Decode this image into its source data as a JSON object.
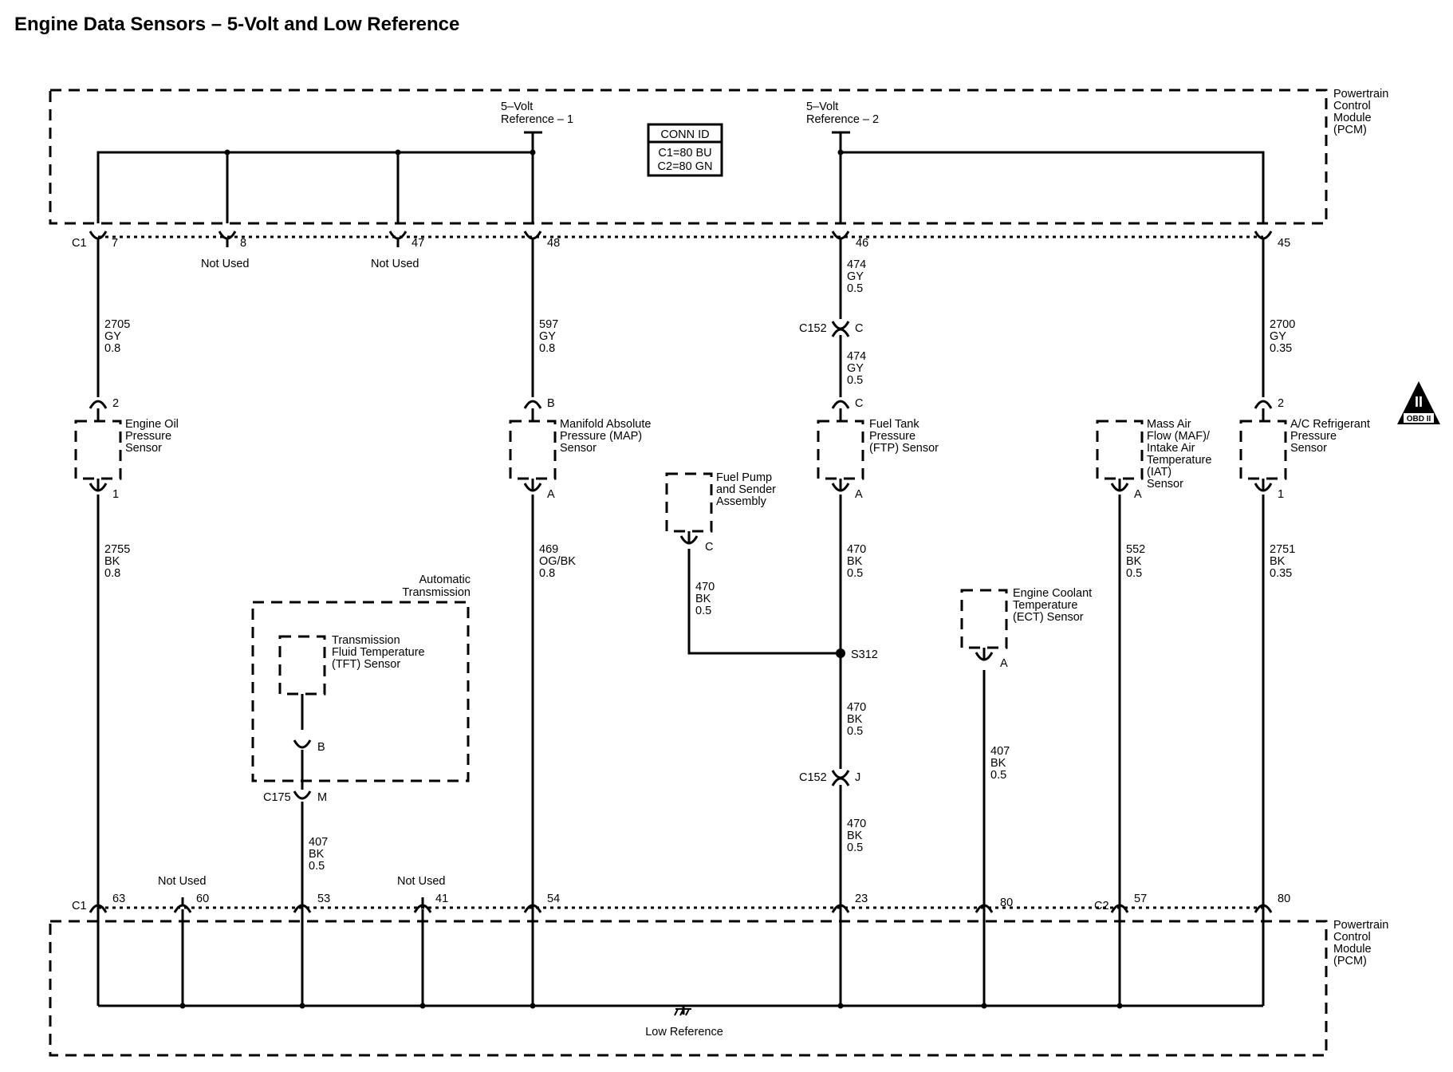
{
  "title": "Engine Data Sensors – 5-Volt and Low Reference",
  "pcm_label": [
    "Powertrain",
    "Control",
    "Module",
    "(PCM)"
  ],
  "conn_id": {
    "heading": "CONN ID",
    "lines": [
      "C1=80 BU",
      "C2=80 GN"
    ]
  },
  "references": {
    "ref1": [
      "5–Volt",
      "Reference – 1"
    ],
    "ref2": [
      "5–Volt",
      "Reference – 2"
    ],
    "low": "Low Reference"
  },
  "obd_badge": {
    "numeral": "II",
    "text": "OBD II"
  },
  "top_pins": {
    "c1_label": "C1",
    "pins": [
      "7",
      "8",
      "47",
      "48",
      "46",
      "45"
    ],
    "not_used": "Not Used"
  },
  "bottom_pins": {
    "c1_label": "C1",
    "c2_label": "C2",
    "pins": [
      "63",
      "60",
      "53",
      "41",
      "54",
      "23",
      "80",
      "57",
      "80"
    ],
    "not_used": "Not Used"
  },
  "wires": {
    "oil_top": [
      "2705",
      "GY",
      "0.8"
    ],
    "oil_bot": [
      "2755",
      "BK",
      "0.8"
    ],
    "map_top": [
      "597",
      "GY",
      "0.8"
    ],
    "map_bot": [
      "469",
      "OG/BK",
      "0.8"
    ],
    "ftp_top1": [
      "474",
      "GY",
      "0.5"
    ],
    "ftp_top2": [
      "474",
      "GY",
      "0.5"
    ],
    "ftp_bot1": [
      "470",
      "BK",
      "0.5"
    ],
    "ftp_bot2": [
      "470",
      "BK",
      "0.5"
    ],
    "ftp_bot3": [
      "470",
      "BK",
      "0.5"
    ],
    "pump": [
      "470",
      "BK",
      "0.5"
    ],
    "tft": [
      "407",
      "BK",
      "0.5"
    ],
    "ect": [
      "407",
      "BK",
      "0.5"
    ],
    "maf": [
      "552",
      "BK",
      "0.5"
    ],
    "ac_top": [
      "2700",
      "GY",
      "0.35"
    ],
    "ac_bot": [
      "2751",
      "BK",
      "0.35"
    ]
  },
  "connectors": {
    "c152": "C152",
    "c152_c": "C",
    "c152_j": "J",
    "c175": "C175",
    "c175_m": "M",
    "splice": "S312"
  },
  "sensors": {
    "oil": {
      "label": [
        "Engine Oil",
        "Pressure",
        "Sensor"
      ],
      "pin_top": "2",
      "pin_bot": "1"
    },
    "map": {
      "label": [
        "Manifold Absolute",
        "Pressure (MAP)",
        "Sensor"
      ],
      "pin_top": "B",
      "pin_bot": "A"
    },
    "pump": {
      "label": [
        "Fuel Pump",
        "and Sender",
        "Assembly"
      ],
      "pin": "C"
    },
    "ftp": {
      "label": [
        "Fuel Tank",
        "Pressure",
        "(FTP) Sensor"
      ],
      "pin_top": "C",
      "pin_bot": "A"
    },
    "maf": {
      "label": [
        "Mass Air",
        "Flow (MAF)/",
        "Intake Air",
        "Temperature",
        "(IAT)",
        "Sensor"
      ],
      "pin": "A"
    },
    "ac": {
      "label": [
        "A/C Refrigerant",
        "Pressure",
        "Sensor"
      ],
      "pin_top": "2",
      "pin_bot": "1"
    },
    "ect": {
      "label": [
        "Engine Coolant",
        "Temperature",
        "(ECT) Sensor"
      ],
      "pin": "A"
    },
    "tft": {
      "label": [
        "Transmission",
        "Fluid Temperature",
        "(TFT) Sensor"
      ],
      "pin": "B"
    },
    "auto_trans": [
      "Automatic",
      "Transmission"
    ]
  }
}
